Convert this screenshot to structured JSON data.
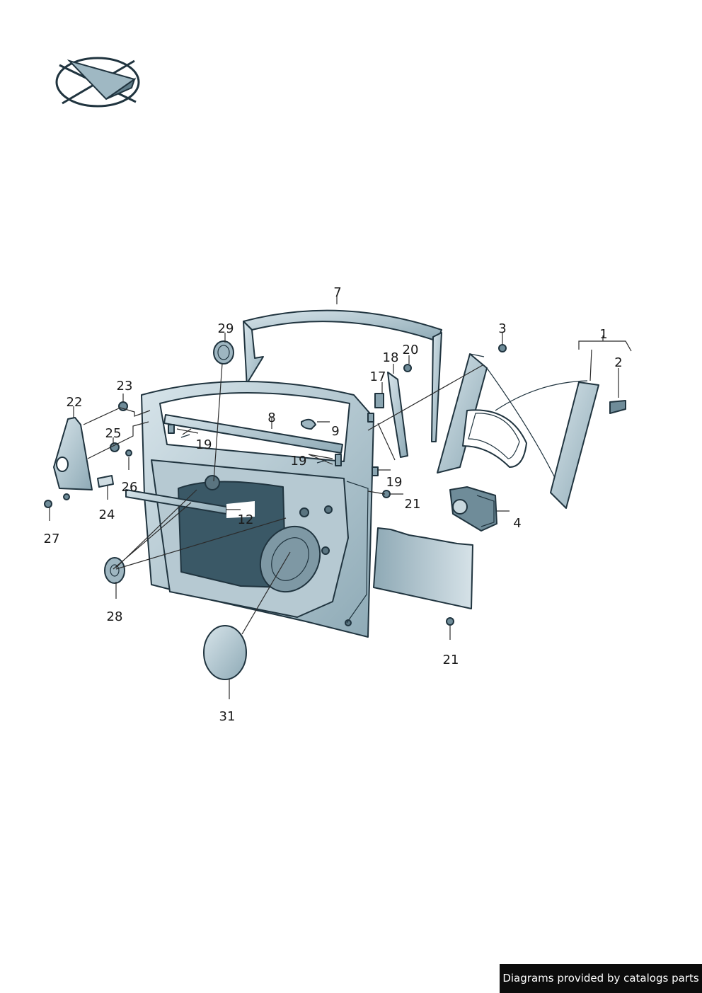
{
  "labels": {
    "l1": "1",
    "l2": "2",
    "l3": "3",
    "l4": "4",
    "l7": "7",
    "l8": "8",
    "l9": "9",
    "l12": "12",
    "l17": "17",
    "l18": "18",
    "l19a": "19",
    "l19b": "19",
    "l19c": "19",
    "l20": "20",
    "l21a": "21",
    "l21b": "21",
    "l22": "22",
    "l23": "23",
    "l24": "24",
    "l25": "25",
    "l26": "26",
    "l27": "27",
    "l28": "28",
    "l29": "29",
    "l31": "31"
  },
  "footer": {
    "credit": "Diagrams provided by catalogs parts"
  },
  "icons": {
    "orientation": "direction-arrow-icon"
  },
  "colors": {
    "part_fill": "#b9cdd6",
    "part_dark": "#6f8c99",
    "outline": "#20343f",
    "footer_bg": "#0c0c0c"
  }
}
